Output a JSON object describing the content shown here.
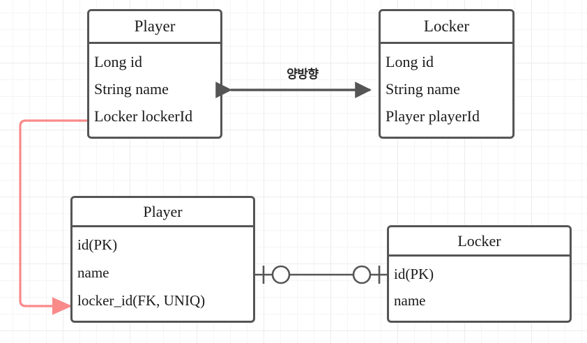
{
  "diagram": {
    "title": "Player - Locker bidirectional mapping ER diagram",
    "colors": {
      "box_border": "#555555",
      "connector": "#555555",
      "fk_arrow": "#F98A8A",
      "text": "#1a1a1a",
      "grid_minor": "#f5f5f5",
      "grid_major": "#ececec",
      "background": "#ffffff"
    }
  },
  "object_model": {
    "player": {
      "title": "Player",
      "fields": [
        "Long id",
        "String name",
        "Locker lockerId"
      ]
    },
    "locker": {
      "title": "Locker",
      "fields": [
        "Long id",
        "String name",
        "Player playerId"
      ]
    },
    "relation": {
      "label": "양방향",
      "arrow_type": "double-headed-arrow"
    }
  },
  "db_model": {
    "player": {
      "title": "Player",
      "fields": [
        "id(PK)",
        "name",
        "locker_id(FK, UNIQ)"
      ]
    },
    "locker": {
      "title": "Locker",
      "fields": [
        "id(PK)",
        "name"
      ]
    },
    "relation": {
      "notation": "one-to-zero-or-one",
      "left_marker": "bar-and-circle",
      "right_marker": "circle-and-bar"
    }
  },
  "mapping_arrow": {
    "from": "Locker lockerId",
    "to": "locker_id(FK, UNIQ)",
    "style": "routed-elbow-arrow",
    "color": "#F98A8A"
  }
}
